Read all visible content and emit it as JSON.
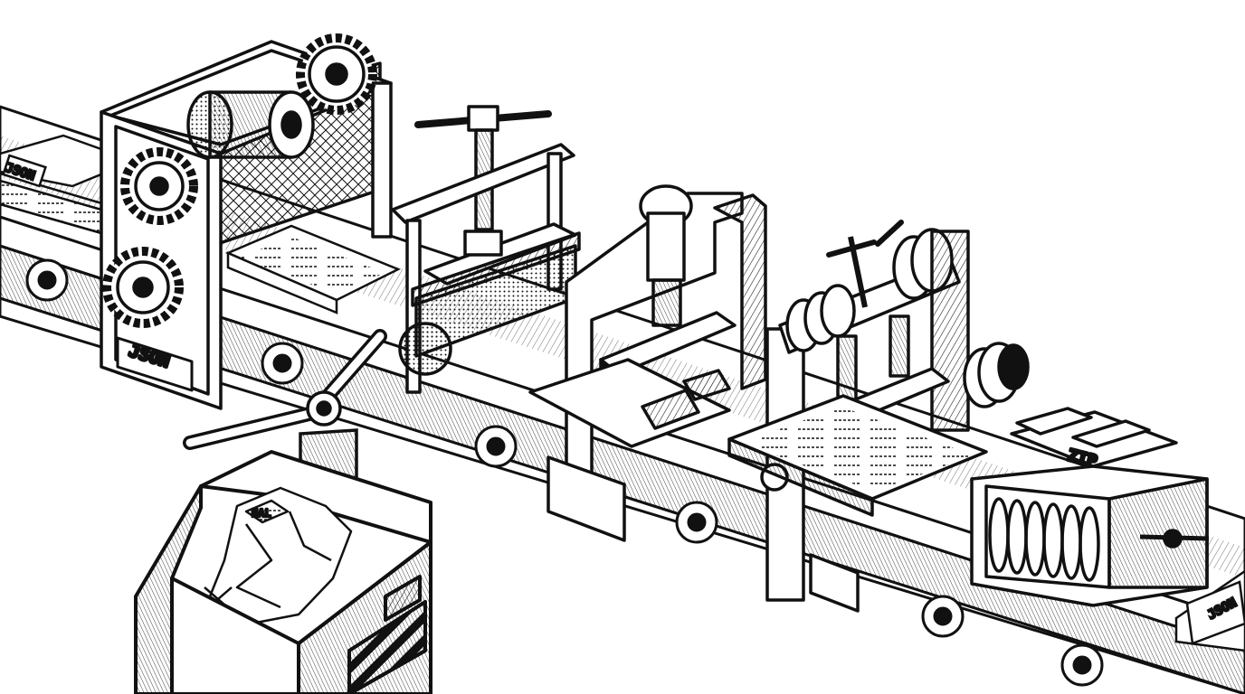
{
  "labels": {
    "front_doc": "JSON",
    "gear_frame_plate": "JSON",
    "zip_clamp": "ZIP",
    "exit_doc": "JSON",
    "bin_paper": "NAL"
  },
  "colors": {
    "ink": "#111111",
    "paper": "#ffffff"
  }
}
